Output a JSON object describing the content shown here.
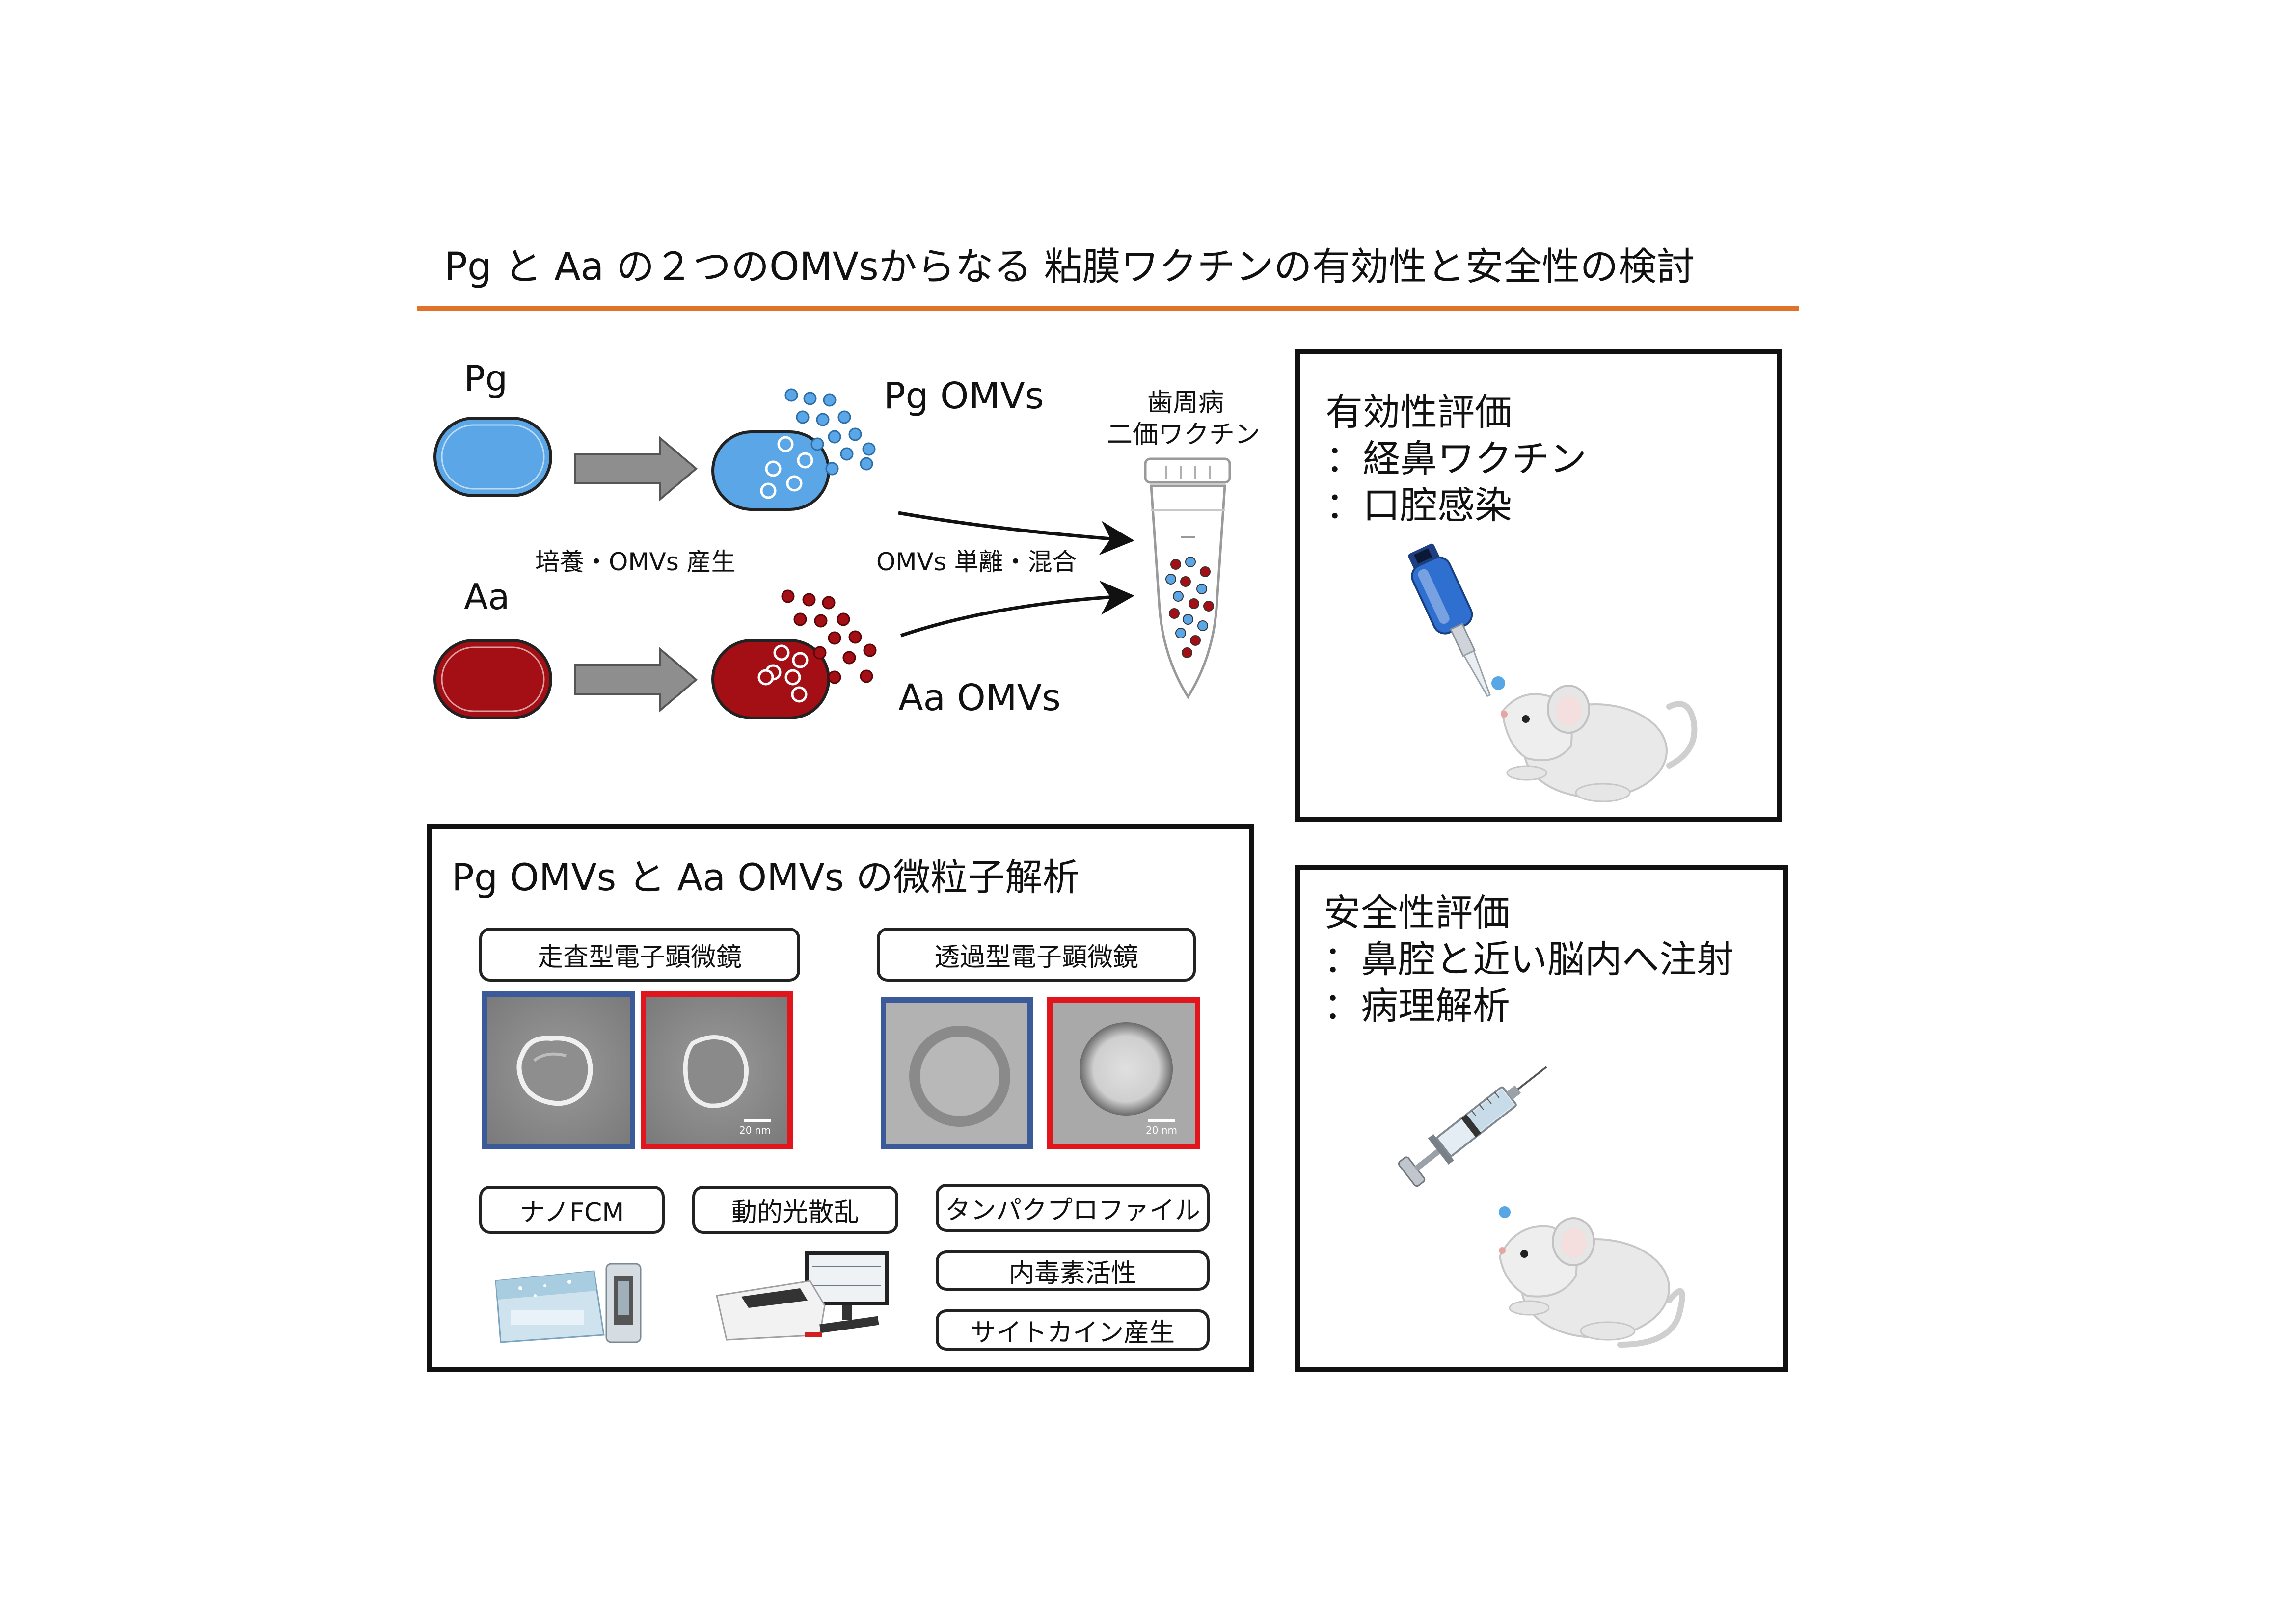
{
  "title": "Pg と Aa の２つのOMVsからなる 粘膜ワクチンの有効性と安全性の検討",
  "workflow": {
    "pg_label": "Pg",
    "aa_label": "Aa",
    "culture_label": "培養・OMVs 産生",
    "pg_omvs_label": "Pg OMVs",
    "aa_omvs_label": "Aa OMVs",
    "isolation_label": "OMVs 単離・混合",
    "vaccine_line1": "歯周病",
    "vaccine_line2": "二価ワクチン"
  },
  "efficacy": {
    "heading": "有効性評価",
    "item1": "：経鼻ワクチン",
    "item2": "：口腔感染"
  },
  "safety": {
    "heading": "安全性評価",
    "item1": "：鼻腔と近い脳内へ注射",
    "item2": "：病理解析"
  },
  "analysis": {
    "heading": "Pg OMVs と Aa OMVs の微粒子解析",
    "sem_label": "走査型電子顕微鏡",
    "tem_label": "透過型電子顕微鏡",
    "scale_bar": "20 nm",
    "nanofcm_label": "ナノFCM",
    "dls_label": "動的光散乱",
    "protein_label": "タンパクプロファイル",
    "endotoxin_label": "内毒素活性",
    "cytokine_label": "サイトカイン産生"
  },
  "colors": {
    "accent_line": "#e0732a",
    "pg_blue": "#5aa6e6",
    "aa_red": "#a30f14",
    "em_blue_frame": "#3b5a9a",
    "em_red_frame": "#e0161c"
  },
  "icons": [
    "bacterium-icon",
    "arrow-icon",
    "tube-icon",
    "pipette-icon",
    "syringe-icon",
    "mouse-icon",
    "instrument-icon"
  ]
}
